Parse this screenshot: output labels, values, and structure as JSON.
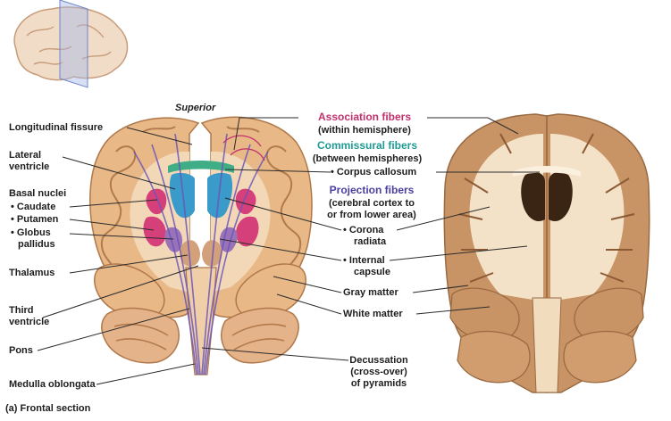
{
  "orientation": {
    "superior": "Superior"
  },
  "labels_left": {
    "longitudinal_fissure": "Longitudinal fissure",
    "lateral_ventricle_1": "Lateral",
    "lateral_ventricle_2": "ventricle",
    "basal_nuclei": "Basal nuclei",
    "caudate": "• Caudate",
    "putamen": "• Putamen",
    "globus_1": "• Globus",
    "globus_2": "pallidus",
    "thalamus": "Thalamus",
    "third_ventricle_1": "Third",
    "third_ventricle_2": "ventricle",
    "pons": "Pons",
    "medulla": "Medulla oblongata"
  },
  "labels_center": {
    "association_title": "Association fibers",
    "association_sub": "(within hemisphere)",
    "commissural_title": "Commissural fibers",
    "commissural_sub": "(between hemispheres)",
    "corpus_callosum": "• Corpus callosum",
    "projection_title": "Projection fibers",
    "projection_sub_1": "(cerebral cortex to",
    "projection_sub_2": "or from lower area)",
    "corona_1": "• Corona",
    "corona_2": "radiata",
    "internal_1": "• Internal",
    "internal_2": "capsule",
    "gray_matter": "Gray matter",
    "white_matter": "White matter",
    "decussation_1": "Decussation",
    "decussation_2": "(cross-over)",
    "decussation_3": "of pyramids"
  },
  "caption": "(a) Frontal section",
  "colors": {
    "association": "#c2306e",
    "commissural": "#1f9a95",
    "projection": "#4a3fa0",
    "ventricle": "#3a9ac9",
    "caudate": "#d6407a",
    "globus": "#9a72b8",
    "brain_tan": "#e7b888",
    "gray_matter": "#c98e5a",
    "white_matter": "#f3dcc0"
  }
}
